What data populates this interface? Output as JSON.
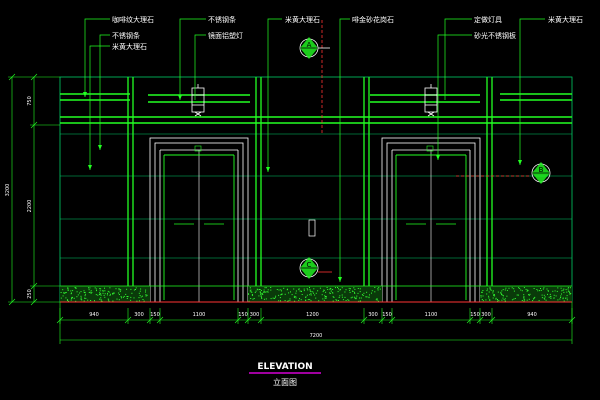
{
  "labels": {
    "top_left_1": "咖啡纹大理石",
    "top_left_2": "不锈钢条",
    "top_left_3": "米黄大理石",
    "top_mid_1": "不锈钢条",
    "top_mid_2": "镜面铝塑灯",
    "top_mid_3": "米黄大理石",
    "top_mid_4": "啡金砂花岗石",
    "top_right_1": "定做灯具",
    "top_right_2": "砂光不锈钢板",
    "top_right_3": "米黄大理石"
  },
  "markers": {
    "a": "A",
    "b": "B",
    "c": "C"
  },
  "dims_bottom": [
    "940",
    "300",
    "150",
    "1100",
    "150",
    "300",
    "1200",
    "300",
    "150",
    "1100",
    "150",
    "300",
    "940"
  ],
  "dims_total": "7200",
  "dims_left": {
    "top": "750",
    "middle": "2200",
    "bottom": "250",
    "total": "3200"
  },
  "title": {
    "main": "ELEVATION",
    "sub": "立面图"
  },
  "colors": {
    "green": "#00ff00",
    "lime": "#33ff33",
    "white": "#ffffff",
    "red": "#ff3333",
    "yellow": "#ffff00",
    "cyan": "#00ffff",
    "magenta": "#ff00ff"
  }
}
